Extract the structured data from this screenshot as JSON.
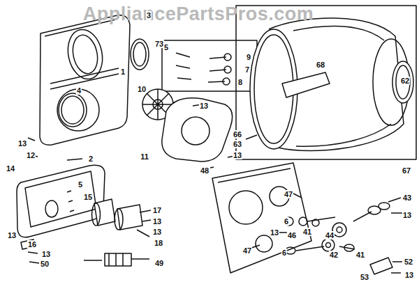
{
  "diagram": {
    "labels": [
      "AppliancePartsPros.com",
      "3",
      "73",
      "5",
      "9",
      "7",
      "8",
      "68",
      "62",
      "1",
      "10",
      "4",
      "13",
      "66",
      "63",
      "13",
      "12",
      "2",
      "11",
      "13",
      "14",
      "48",
      "67",
      "5",
      "15",
      "47",
      "43",
      "17",
      "13",
      "13",
      "6",
      "13",
      "46",
      "41",
      "13",
      "18",
      "13",
      "16",
      "47",
      "6",
      "44",
      "42",
      "41",
      "52",
      "13",
      "50",
      "49",
      "53",
      "13"
    ]
  }
}
